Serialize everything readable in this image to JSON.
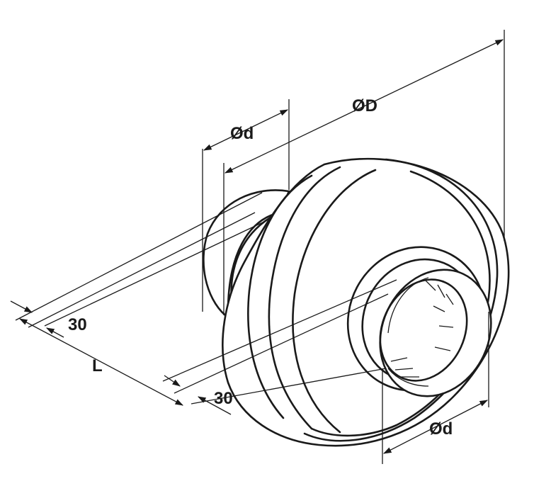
{
  "labels": {
    "outer_diameter": "ØD",
    "rear_spigot_diameter": "Ød",
    "front_spigot_diameter": "Ød",
    "length": "L",
    "rear_spigot_length": "30",
    "front_spigot_length": "30"
  }
}
